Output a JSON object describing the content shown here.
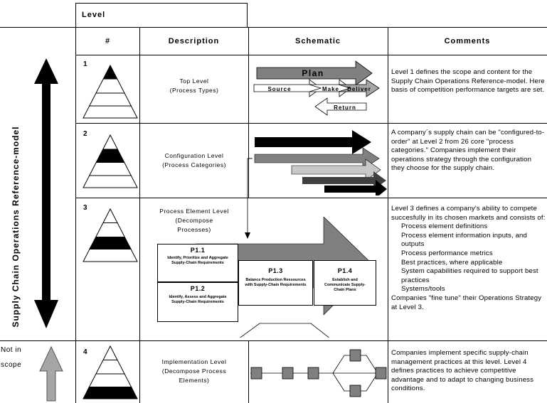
{
  "header": {
    "level": "Level",
    "num": "#",
    "description": "Description",
    "schematic": "Schematic",
    "comments": "Comments"
  },
  "side": {
    "model_label": "Supply Chain Operations Reference-model",
    "not_in_scope": "Not in\nscope"
  },
  "rows": [
    {
      "num": "1",
      "description": "Top Level\n(Process Types)",
      "schematic": {
        "plan": "Plan",
        "source": "Source",
        "make": "Make",
        "deliver": "Deliver",
        "return": "Return"
      },
      "comment": "Level 1 defines the scope and content for the Supply Chain Operations Reference-model. Here basis of competition performance targets are set."
    },
    {
      "num": "2",
      "description": "Configuration Level\n(Process Categories)",
      "comment": "A company´s supply chain can be \"configured-to-order\" at Level 2 from 26 core \"process categories.\" Companies implement their operations strategy through the configuration they choose for the supply chain."
    },
    {
      "num": "3",
      "description": "Process Element Level\n(Decompose\nProcesses)",
      "process_boxes": [
        {
          "id": "P1.1",
          "text": "Identify, Prioritize and Aggregate Supply-Chain Requirements"
        },
        {
          "id": "P1.2",
          "text": "Identify, Assess and Aggregate Supply-Chain Requirements"
        },
        {
          "id": "P1.3",
          "text": "Balance Production Ressources with Supply-Chain Requirements"
        },
        {
          "id": "P1.4",
          "text": "Establish and Communicate Supply-Chain Plans"
        }
      ],
      "comment_intro": "Level 3 defines a company's ability to compete succesfully in its chosen markets and consists of:",
      "comment_items": [
        "Process element definitions",
        "Process element information inputs, and outputs",
        "Process performance metrics",
        "Best practices, where applicable",
        "System capabilities required to support best practices",
        "Systems/tools"
      ],
      "comment_outro": "Companies \"fine tune\" their Operations Strategy at Level 3."
    },
    {
      "num": "4",
      "description": "Implementation Level\n(Decompose Process\nElements)",
      "comment": "Companies implement specific supply-chain management practices at this level. Level 4 defines practices to achieve competitive advantage and to adapt to changing business conditions."
    }
  ],
  "colors": {
    "line": "#000000",
    "dark_gray": "#808080",
    "mid_gray": "#a6a6a6",
    "light_gray": "#c8c8c8",
    "fill_black": "#000000"
  }
}
